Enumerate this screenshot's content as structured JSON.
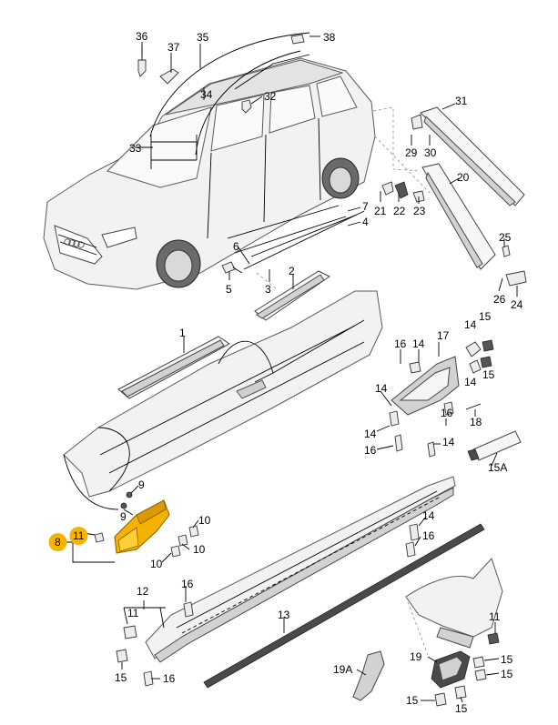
{
  "callouts": {
    "c1": "1",
    "c2": "2",
    "c3": "3",
    "c4": "4",
    "c5": "5",
    "c6": "6",
    "c7": "7",
    "c8": "8",
    "c9a": "9",
    "c9b": "9",
    "c10a": "10",
    "c10b": "10",
    "c10c": "10",
    "c11a": "11",
    "c11b": "11",
    "c11c": "11",
    "c12": "12",
    "c13": "13",
    "c14a": "14",
    "c14b": "14",
    "c14c": "14",
    "c14d": "14",
    "c14e": "14",
    "c14f": "14",
    "c14g": "14",
    "c15a": "15",
    "c15b": "15",
    "c15c": "15",
    "c15d": "15",
    "c15e": "15",
    "c15f": "15",
    "c15g": "15",
    "c15A": "15A",
    "c16a": "16",
    "c16b": "16",
    "c16c": "16",
    "c16d": "16",
    "c16e": "16",
    "c16f": "16",
    "c17": "17",
    "c18": "18",
    "c19": "19",
    "c19A": "19A",
    "c20": "20",
    "c21": "21",
    "c22": "22",
    "c23": "23",
    "c24": "24",
    "c25": "25",
    "c26": "26",
    "c29": "29",
    "c30": "30",
    "c31": "31",
    "c32": "32",
    "c33": "33",
    "c34": "34",
    "c35": "35",
    "c36": "36",
    "c37": "37",
    "c38": "38"
  },
  "highlight": {
    "part": "8",
    "color": "#f5b300"
  },
  "colors": {
    "line": "#000000",
    "body": "#f2f2f2",
    "part_shade": "#d2d2d2"
  }
}
